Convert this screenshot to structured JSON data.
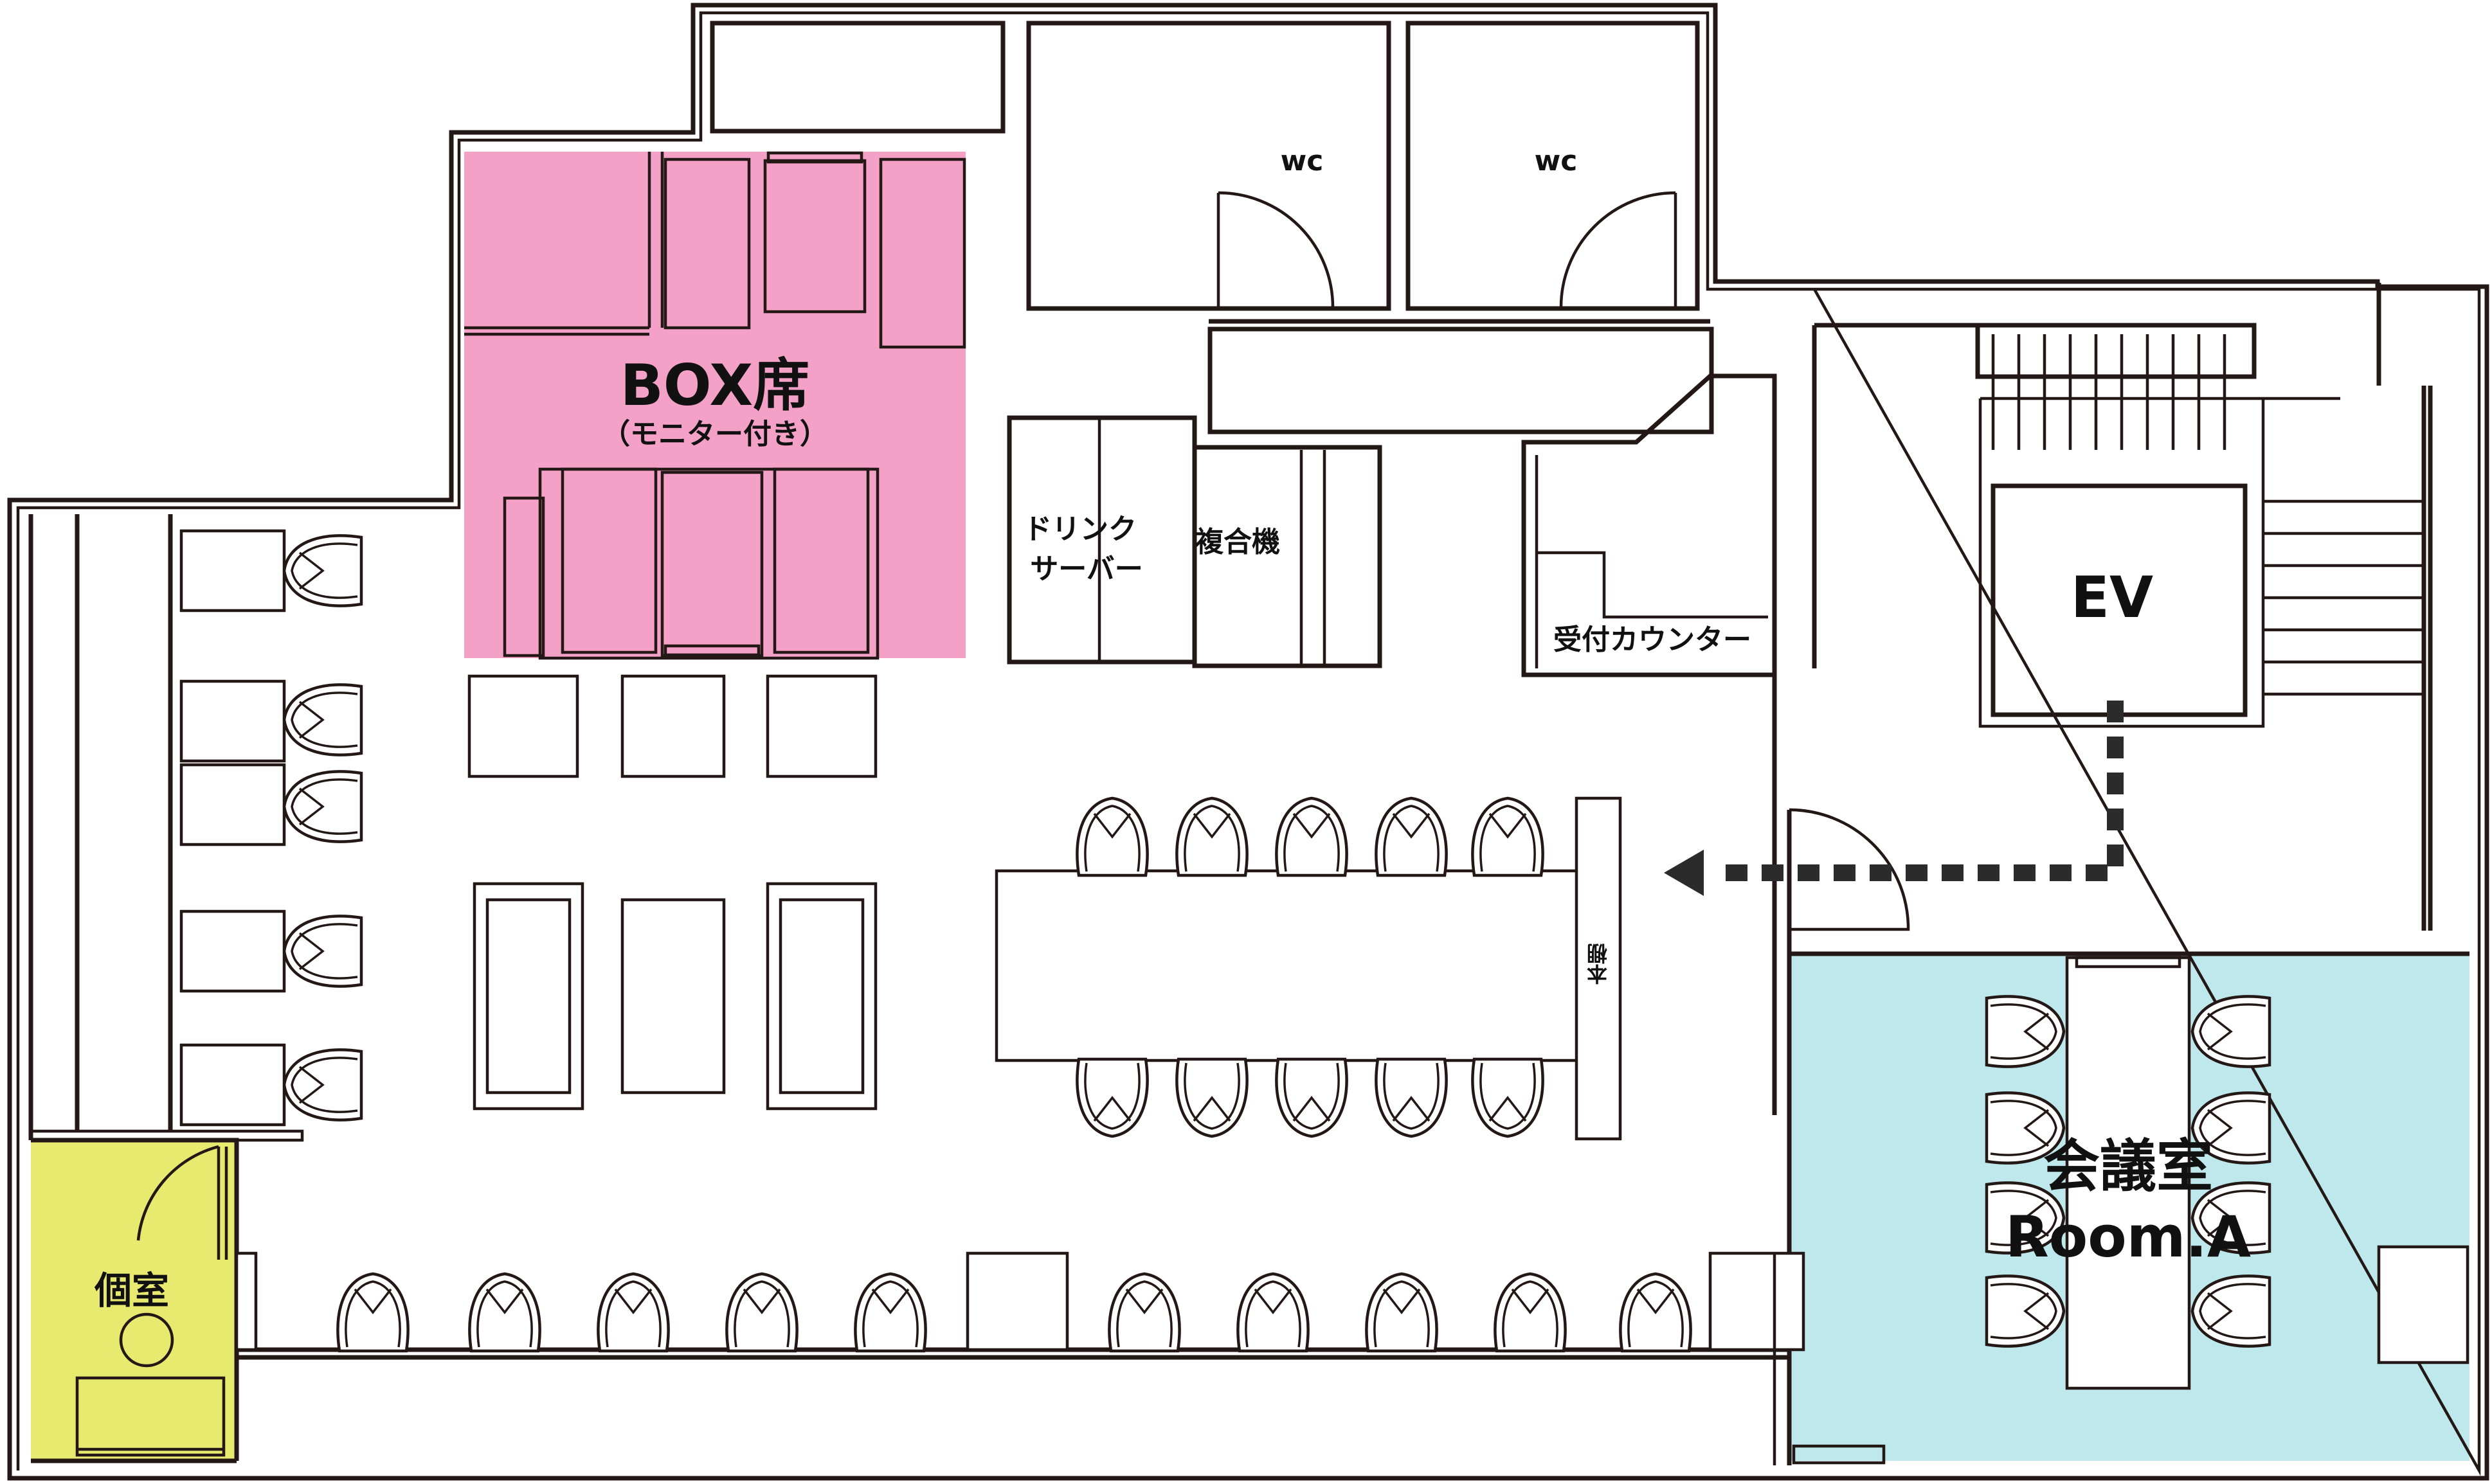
{
  "colors": {
    "box_area": "#f4a1c8",
    "meeting_area": "#bfe8ec",
    "private_area": "#e8ea70",
    "wall": "#231815",
    "arrow": "#2b2b2b"
  },
  "labels": {
    "wc_left": "wc",
    "wc_right": "wc",
    "box_title": "BOX席",
    "box_sub": "（モニター付き）",
    "drink_1": "ドリンク",
    "drink_2": "サーバー",
    "copier": "複合機",
    "reception": "受付カウンター",
    "ev": "EV",
    "bookshelf": "本棚",
    "meeting_1": "会議室",
    "meeting_2": "Room.A",
    "private_room": "個室"
  }
}
